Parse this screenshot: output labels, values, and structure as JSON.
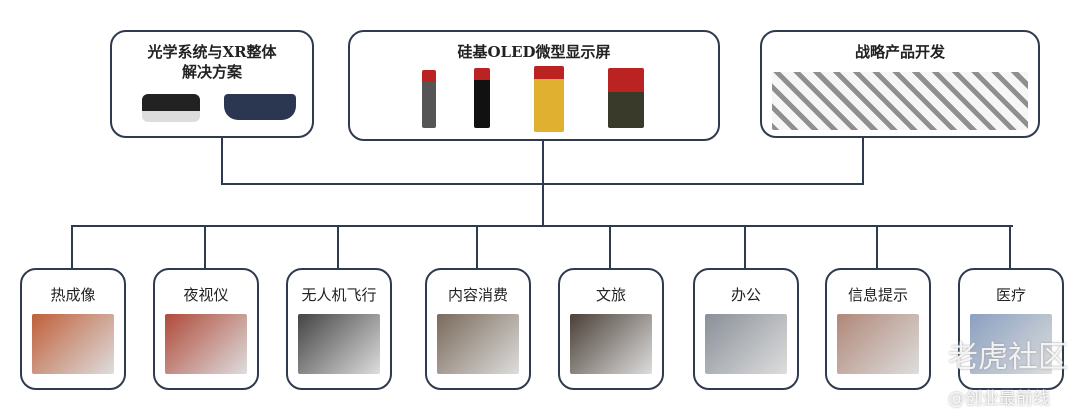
{
  "top": [
    {
      "title": "光学系统与XR整体解决方案",
      "line1": "光学系统与XR整体",
      "line2": "解决方案"
    },
    {
      "title": "硅基OLED微型显示屏"
    },
    {
      "title": "战略产品开发"
    }
  ],
  "applications": [
    "热成像",
    "夜视仪",
    "无人机飞行",
    "内容消费",
    "文旅",
    "办公",
    "信息提示",
    "医疗"
  ],
  "watermark": {
    "main": "老虎社区",
    "sub": "@创业最前线"
  }
}
